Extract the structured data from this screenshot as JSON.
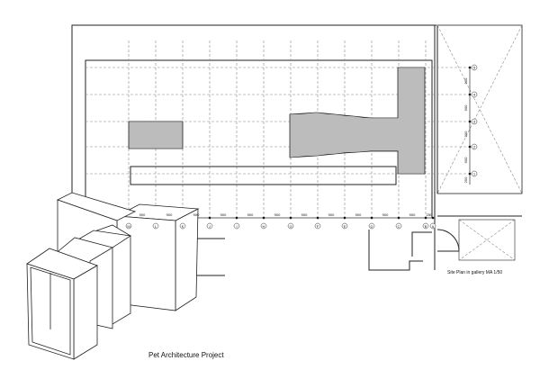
{
  "title": "Pet Architecture Project",
  "caption": "Site Plan in gallery MA 1/50",
  "columns": [
    "M",
    "L",
    "K",
    "J",
    "I",
    "H",
    "G",
    "F",
    "E",
    "D",
    "C",
    "B",
    "A"
  ],
  "column_dims": [
    "900",
    "900",
    "900",
    "900",
    "900",
    "900",
    "900",
    "900",
    "900",
    "900",
    "900",
    "250"
  ],
  "rows": [
    "5",
    "4",
    "3",
    "2",
    "1"
  ],
  "row_dims": [
    "900",
    "900",
    "900",
    "900",
    "250"
  ]
}
